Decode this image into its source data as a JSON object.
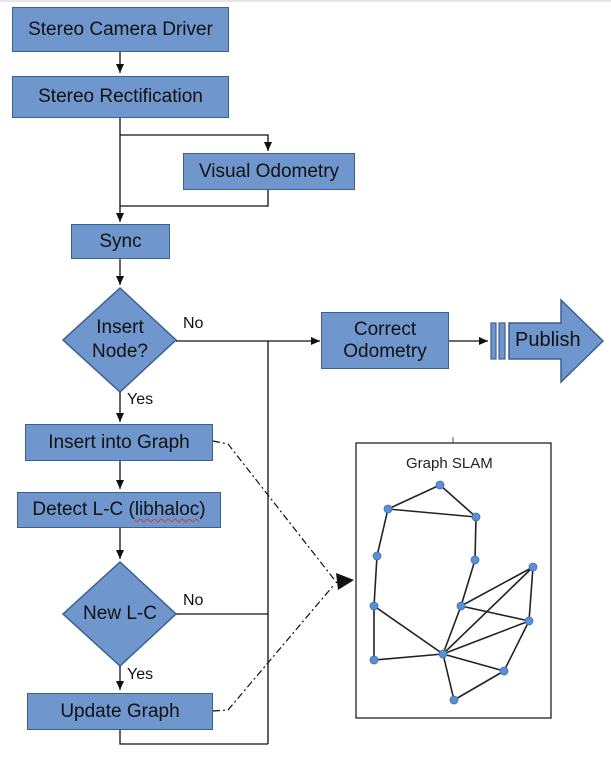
{
  "colors": {
    "box_fill": "#6f97ce",
    "box_border": "#3b5f91",
    "line": "#111111",
    "node": "#5b8fd6"
  },
  "nodes": {
    "stereo_camera_driver": "Stereo Camera Driver",
    "stereo_rectification": "Stereo Rectification",
    "visual_odometry": "Visual Odometry",
    "sync": "Sync",
    "insert_node_line1": "Insert",
    "insert_node_line2": "Node?",
    "correct_odometry_line1": "Correct",
    "correct_odometry_line2": "Odometry",
    "publish": "Publish",
    "insert_into_graph": "Insert into Graph",
    "detect_lc_prefix": "Detect L-C (",
    "detect_lc_lib": "libhaloc",
    "detect_lc_suffix": ")",
    "new_lc": "New L-C",
    "update_graph": "Update Graph"
  },
  "edge_labels": {
    "insert_node_no": "No",
    "insert_node_yes": "Yes",
    "new_lc_no": "No",
    "new_lc_yes": "Yes"
  },
  "graph_panel": {
    "title": "Graph SLAM"
  }
}
